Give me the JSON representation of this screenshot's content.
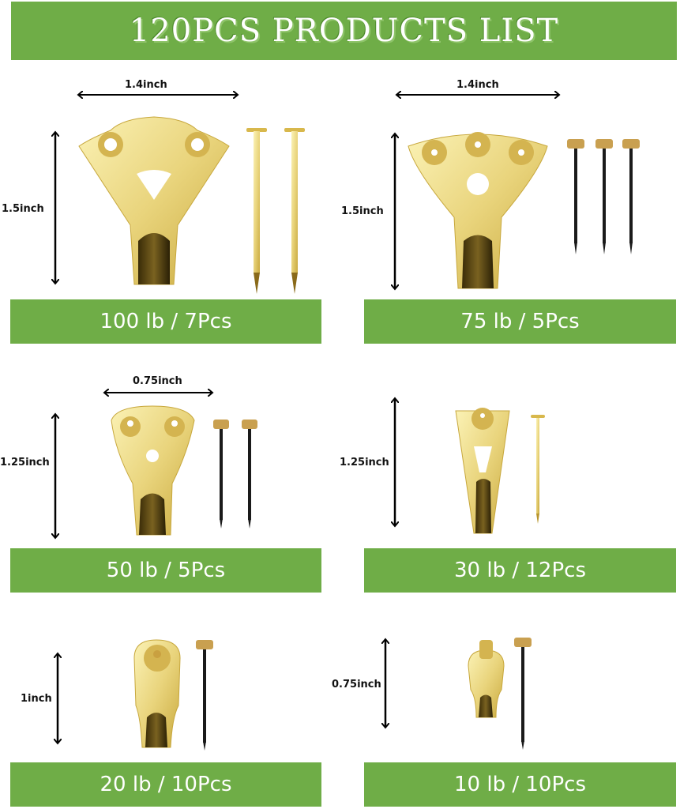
{
  "title": "120PCS PRODUCTS LIST",
  "colors": {
    "green": "#6fad47",
    "brass": "#e7d27a",
    "nail_dark": "#1a1a1a"
  },
  "products": [
    {
      "label": "100 lb / 7Pcs",
      "width": "1.4inch",
      "height": "1.5inch",
      "nails": 2,
      "nail_type": "brass"
    },
    {
      "label": "75 lb / 5Pcs",
      "width": "1.4inch",
      "height": "1.5inch",
      "nails": 3,
      "nail_type": "black"
    },
    {
      "label": "50 lb / 5Pcs",
      "width": "0.75inch",
      "height": "1.25inch",
      "nails": 2,
      "nail_type": "black"
    },
    {
      "label": "30 lb / 12Pcs",
      "width": "",
      "height": "1.25inch",
      "nails": 1,
      "nail_type": "brass"
    },
    {
      "label": "20 lb / 10Pcs",
      "width": "",
      "height": "1inch",
      "nails": 1,
      "nail_type": "black"
    },
    {
      "label": "10 lb / 10Pcs",
      "width": "",
      "height": "0.75inch",
      "nails": 1,
      "nail_type": "black"
    }
  ]
}
